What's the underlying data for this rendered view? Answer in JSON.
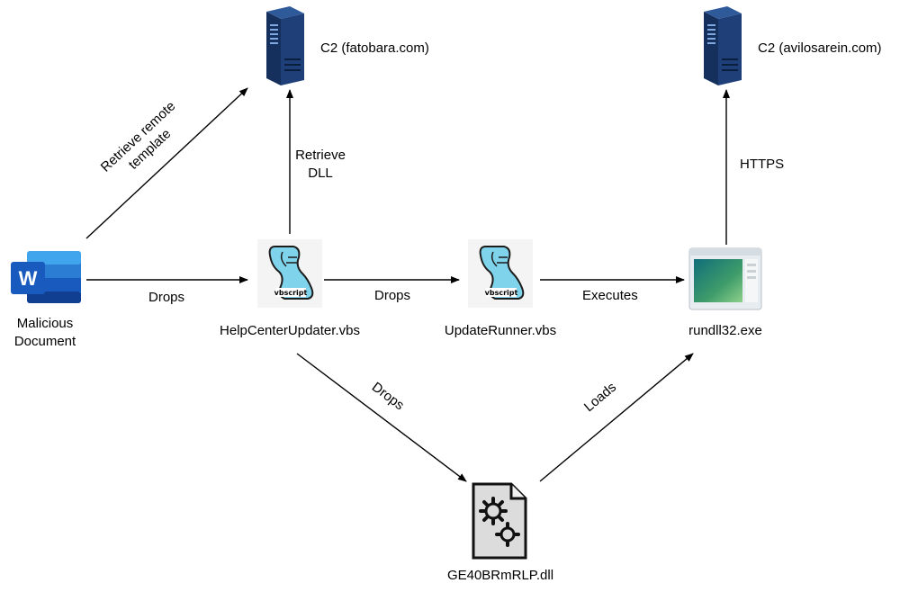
{
  "nodes": {
    "doc": {
      "label_line1": "Malicious",
      "label_line2": "Document",
      "icon": "word-icon"
    },
    "c2_left": {
      "label": "C2 (fatobara.com)",
      "icon": "server-icon"
    },
    "c2_right": {
      "label": "C2 (avilosarein.com)",
      "icon": "server-icon"
    },
    "helpcenter": {
      "label": "HelpCenterUpdater.vbs",
      "icon": "vbscript-icon",
      "icon_text": "vbscript"
    },
    "updaterunner": {
      "label": "UpdateRunner.vbs",
      "icon": "vbscript-icon",
      "icon_text": "vbscript"
    },
    "rundll": {
      "label": "rundll32.exe",
      "icon": "window-icon"
    },
    "dll": {
      "label": "GE40BRmRLP.dll",
      "icon": "dll-file-icon"
    }
  },
  "edges": {
    "retrieve_template": {
      "line1": "Retrieve remote",
      "line2": "template"
    },
    "retrieve_dll": {
      "line1": "Retrieve",
      "line2": "DLL"
    },
    "https": {
      "label": "HTTPS"
    },
    "drops_doc": {
      "label": "Drops"
    },
    "drops_vbs": {
      "label": "Drops"
    },
    "executes": {
      "label": "Executes"
    },
    "drops_dll": {
      "label": "Drops"
    },
    "loads": {
      "label": "Loads"
    }
  },
  "colors": {
    "server": "#1e3a6e",
    "word": "#185abd",
    "vbscript": "#5bc0de",
    "arrow": "#000000"
  }
}
